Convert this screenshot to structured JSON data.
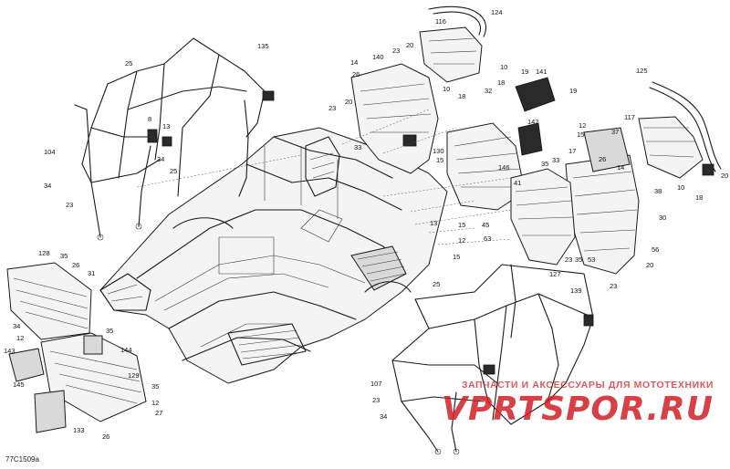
{
  "diagram_id": "77C1509a",
  "watermark": {
    "tagline": "ЗАПЧАСТИ И АКСЕССУАРЫ ДЛЯ МОТОТЕХНИКИ",
    "brand": "VPRTSPOR.RU"
  },
  "callouts": {
    "c124": "124",
    "c116": "116",
    "c20a": "20",
    "c10a": "10",
    "c23a": "23",
    "c135": "135",
    "c25a": "25",
    "c14": "14",
    "c140": "140",
    "c26a": "26",
    "c18a": "18",
    "c10b": "10",
    "c19a": "19",
    "c141": "141",
    "c125": "125",
    "c32": "32",
    "c18b": "18",
    "c19b": "19",
    "c20b": "20",
    "c23b": "23",
    "c8": "8",
    "c13a": "13",
    "c142": "142",
    "c12a": "12",
    "c15a": "15",
    "c117": "117",
    "c104": "104",
    "c34a": "34",
    "c25b": "25",
    "c33a": "33",
    "c130": "130",
    "c15b": "15",
    "c17": "17",
    "c33b": "33",
    "c37": "37",
    "c14b": "14",
    "c26b": "26",
    "c35a": "35",
    "c146": "146",
    "c41": "41",
    "c10c": "10",
    "c18c": "18",
    "c20c": "20",
    "c38": "38",
    "c34b": "34",
    "c23c": "23",
    "c13b": "13",
    "c15c": "15",
    "c45": "45",
    "c30": "30",
    "c12b": "12",
    "c63": "63",
    "c128": "128",
    "c35b": "35",
    "c15d": "15",
    "c56": "56",
    "c26c": "26",
    "c23d": "23",
    "c53": "53",
    "c31": "31",
    "c127": "127",
    "c35c": "35",
    "c20d": "20",
    "c25c": "25",
    "c139": "139",
    "c23e": "23",
    "c34c": "34",
    "c12c": "12",
    "c35d": "35",
    "c144": "144",
    "c143": "143",
    "c129": "129",
    "c145": "145",
    "c35e": "35",
    "c12d": "12",
    "c27": "27",
    "c107": "107",
    "c23f": "23",
    "c34d": "34",
    "c133": "133",
    "c26d": "26"
  }
}
